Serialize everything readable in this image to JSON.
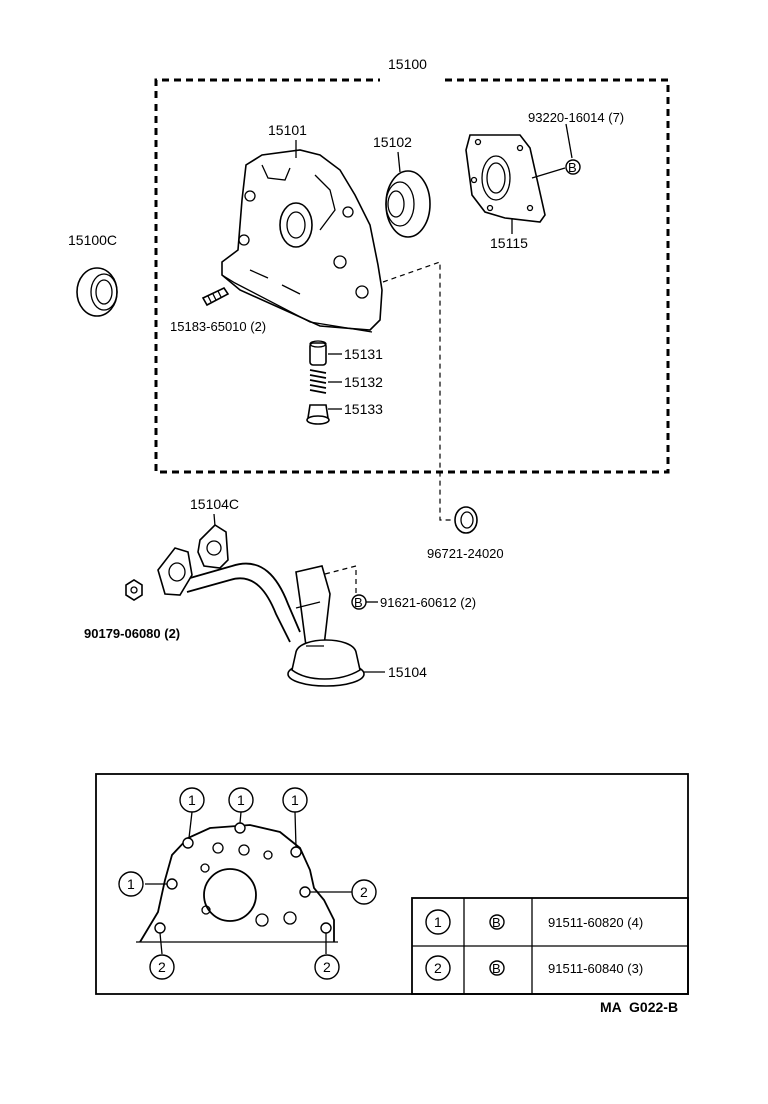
{
  "diagram": {
    "assembly_label": "15100",
    "parts": {
      "pump_body": "15101",
      "oil_seal": "15102",
      "seal_left": "15100C",
      "bolt_top": "93220-16014 (7)",
      "cover_gasket": "15115",
      "stud_bolt": "15183-65010 (2)",
      "relief_piston": "15131",
      "relief_spring": "15132",
      "relief_plug": "15133",
      "oring": "96721-24020",
      "strainer_gasket": "15104C",
      "bolt_strainer": "91621-60612 (2)",
      "nut": "90179-06080 (2)",
      "strainer": "15104"
    },
    "marker_b": "B",
    "inset": {
      "marker_1": "1",
      "marker_2": "2",
      "table": [
        {
          "num": "1",
          "marker": "B",
          "part": "91511-60820 (4)"
        },
        {
          "num": "2",
          "marker": "B",
          "part": "91511-60840 (3)"
        }
      ]
    },
    "code": "MA  G022-B"
  }
}
